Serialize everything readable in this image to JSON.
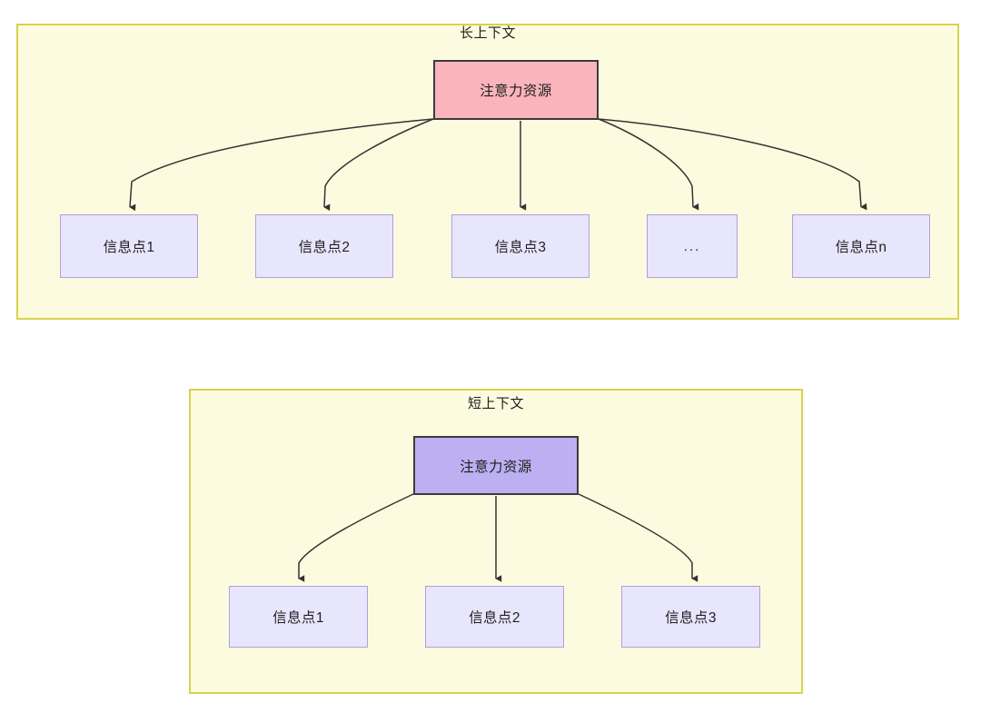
{
  "diagram": {
    "type": "attention-allocation-comparison",
    "background": "#ffffff",
    "colors": {
      "group_fill": "#fdfbdf",
      "group_border": "#d6d34e",
      "attention_long_fill": "#f9b5bb",
      "attention_short_fill": "#bcb0f2",
      "attention_border": "#3b3b3b",
      "info_fill": "#e8e6fc",
      "info_border": "#b39ddb",
      "edge_stroke": "#333333",
      "text": "#1f1f1f"
    },
    "groups": [
      {
        "id": "long-context",
        "title": "长上下文",
        "root": {
          "label": "注意力资源"
        },
        "leaves": [
          {
            "label": "信息点1"
          },
          {
            "label": "信息点2"
          },
          {
            "label": "信息点3"
          },
          {
            "label": "..."
          },
          {
            "label": "信息点n"
          }
        ]
      },
      {
        "id": "short-context",
        "title": "短上下文",
        "root": {
          "label": "注意力资源"
        },
        "leaves": [
          {
            "label": "信息点1"
          },
          {
            "label": "信息点2"
          },
          {
            "label": "信息点3"
          }
        ]
      }
    ]
  }
}
